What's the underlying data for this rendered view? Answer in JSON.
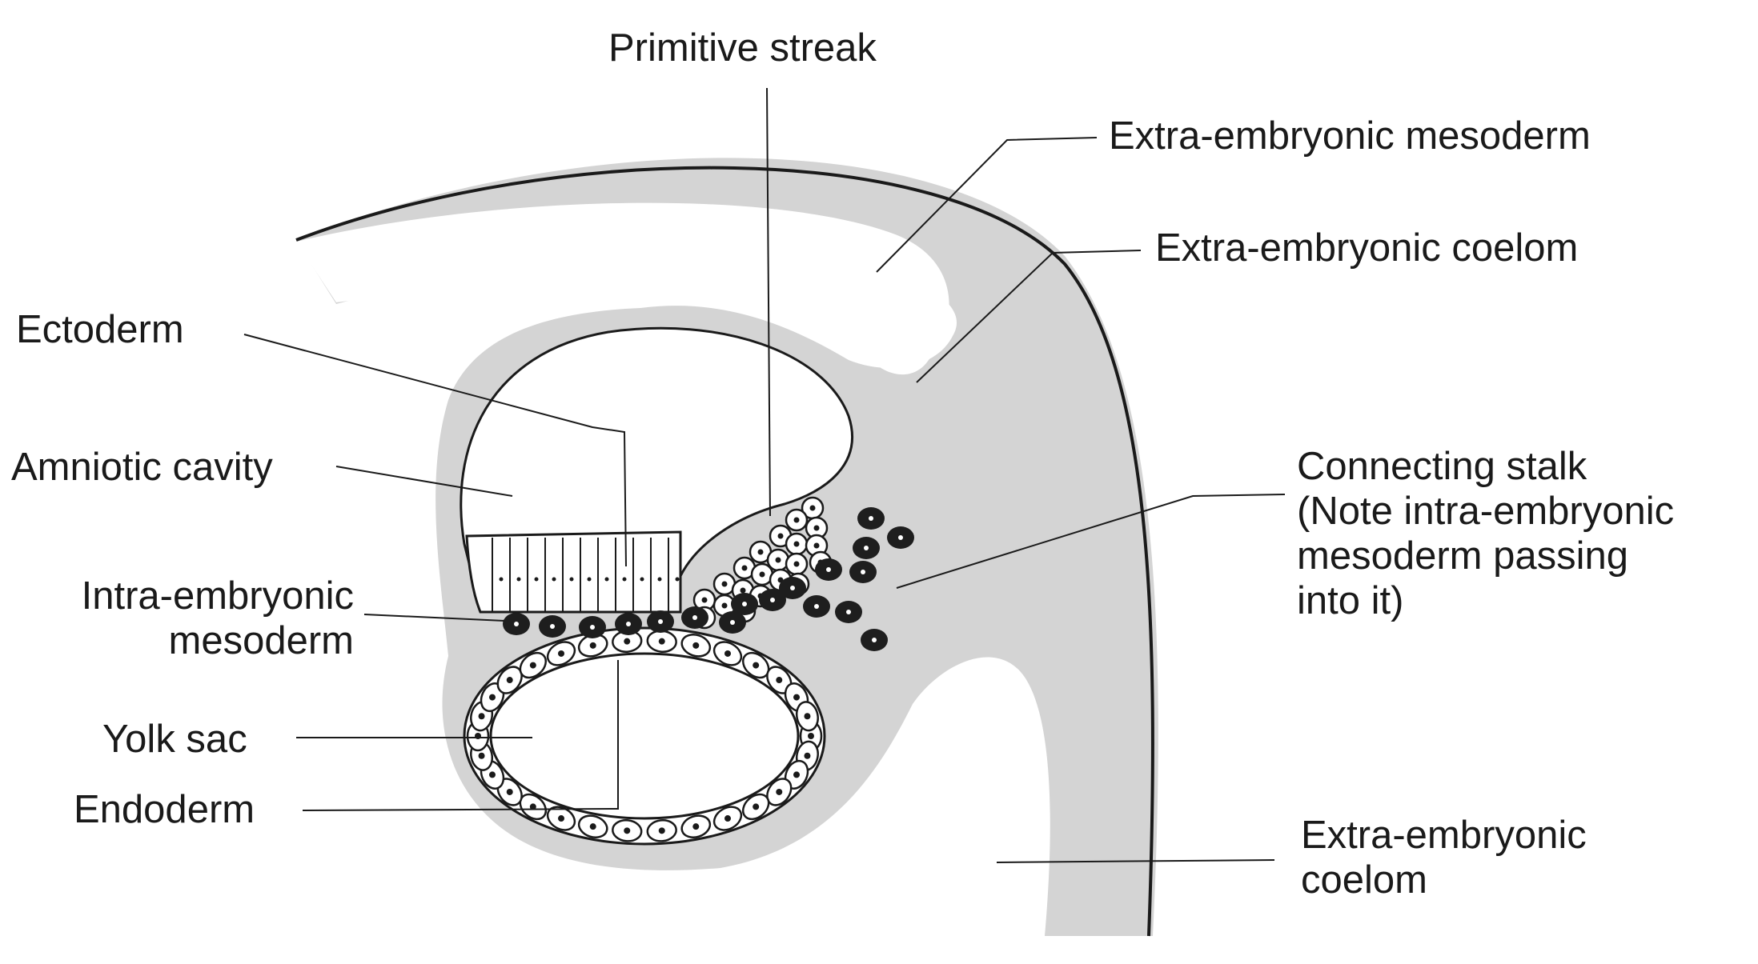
{
  "labels": {
    "primitive_streak": "Primitive streak",
    "extra_embryonic_mesoderm": "Extra-embryonic mesoderm",
    "extra_embryonic_coelom_top": "Extra-embryonic coelom",
    "ectoderm": "Ectoderm",
    "amniotic_cavity": "Amniotic cavity",
    "connecting_stalk": {
      "line1": "Connecting stalk",
      "line2": "(Note intra-embryonic",
      "line3": "mesoderm passing",
      "line4": "into it)"
    },
    "intra_embryonic_mesoderm": {
      "line1": "Intra-embryonic",
      "line2": "mesoderm"
    },
    "yolk_sac": "Yolk sac",
    "endoderm": "Endoderm",
    "extra_embryonic_coelom_bottom": {
      "line1": "Extra-embryonic",
      "line2": "coelom"
    }
  },
  "colors": {
    "tissue_gray": "#d4d4d4",
    "outline": "#1a1a1a",
    "cavity_white": "#ffffff",
    "mesoderm_cell": "#1e1e1e"
  }
}
